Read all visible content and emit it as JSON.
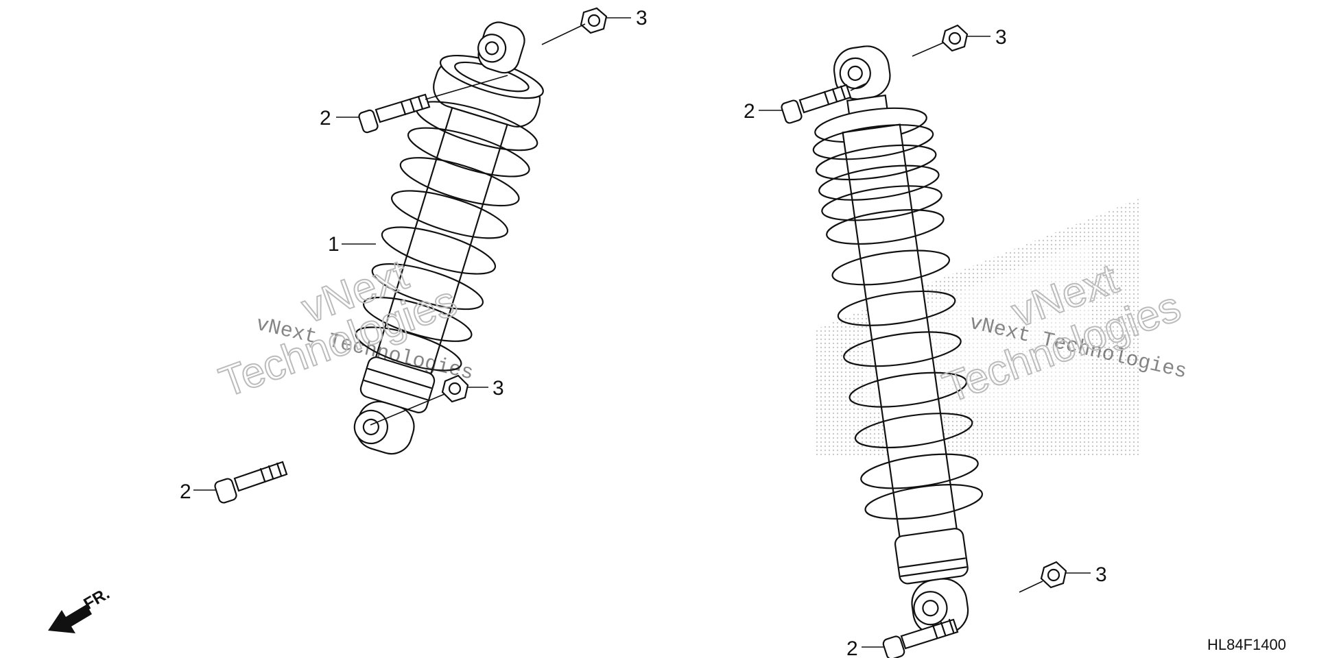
{
  "diagram": {
    "code": "HL84F1400",
    "front_indicator": "FR.",
    "callouts": {
      "shock_absorber": "1",
      "bolt": "2",
      "nut": "3"
    },
    "watermark": {
      "line_text": "vNext Technologies",
      "outline_top": "vNext",
      "outline_bottom": "Technologies"
    }
  }
}
